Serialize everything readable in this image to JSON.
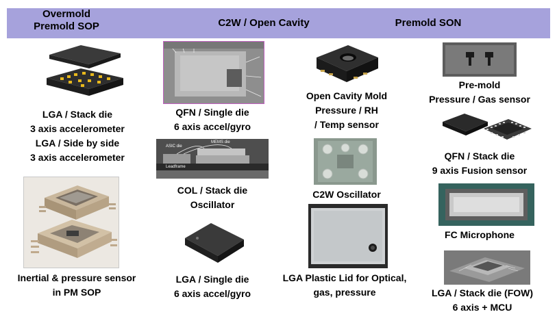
{
  "header": {
    "col1": "Overmold\nPremold SOP",
    "col2": "C2W / Open Cavity",
    "col3": "Premold SON"
  },
  "column1": {
    "lga_stack": "LGA / Stack die\n3 axis accelerometer\nLGA / Side by side\n3 axis accelerometer",
    "inertial": "Inertial & pressure sensor\nin PM SOP"
  },
  "column2": {
    "qfn_single": "QFN / Single die\n6 axis accel/gyro",
    "col_stack": "COL / Stack die\nOscillator",
    "lga_single": "LGA / Single die\n6 axis accel/gyro",
    "img_labels": {
      "asic": "ASIC die",
      "mems": "MEMS die",
      "leadframe": "Leadframe"
    }
  },
  "column3": {
    "open_cavity": "Open Cavity Mold\nPressure / RH\n/ Temp sensor",
    "c2w_osc": "C2W Oscillator",
    "lga_plastic": "LGA Plastic Lid for Optical,\ngas, pressure"
  },
  "column4": {
    "premold": "Pre-mold\nPressure / Gas sensor",
    "qfn_stack": "QFN / Stack die\n9 axis Fusion sensor",
    "fc_mic": "FC Microphone",
    "lga_fow": "LGA / Stack die (FOW)\n6 axis + MCU"
  }
}
